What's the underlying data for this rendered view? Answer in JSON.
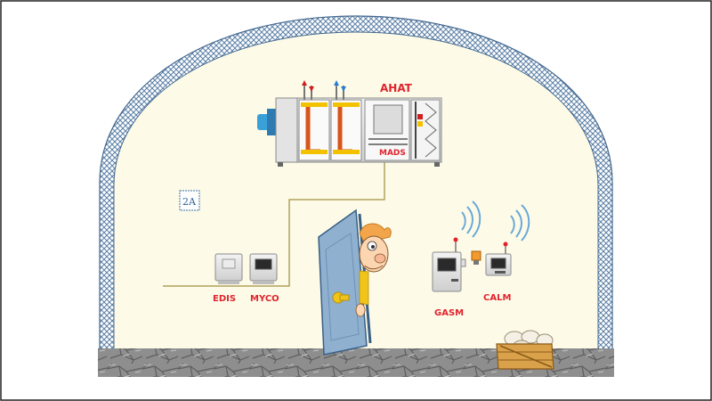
{
  "labels": {
    "ahat": "AHAT",
    "mads": "MADS",
    "edis": "EDIS",
    "myco": "MYCO",
    "gasm": "GASM",
    "calm": "CALM",
    "badge": "2A"
  },
  "colors": {
    "label_red": "#e0242e",
    "wall_fill": "#fdfbe8",
    "arch_mesh": "#5a7fa6",
    "cable": "#b2a25a",
    "door": "#8fb0cf",
    "knob": "#f0c419",
    "floor": "#8e8e8e"
  },
  "icons": {
    "ahat_unit": "air-handling-unit-icon",
    "gasm_unit": "gas-monitor-icon",
    "calm_unit": "calm-sensor-icon",
    "edis_unit": "edis-controller-icon",
    "myco_unit": "myco-controller-icon",
    "door": "door-icon",
    "character": "character-peeking-icon",
    "crate": "mushroom-crate-icon",
    "badge": "2a-badge-icon"
  }
}
